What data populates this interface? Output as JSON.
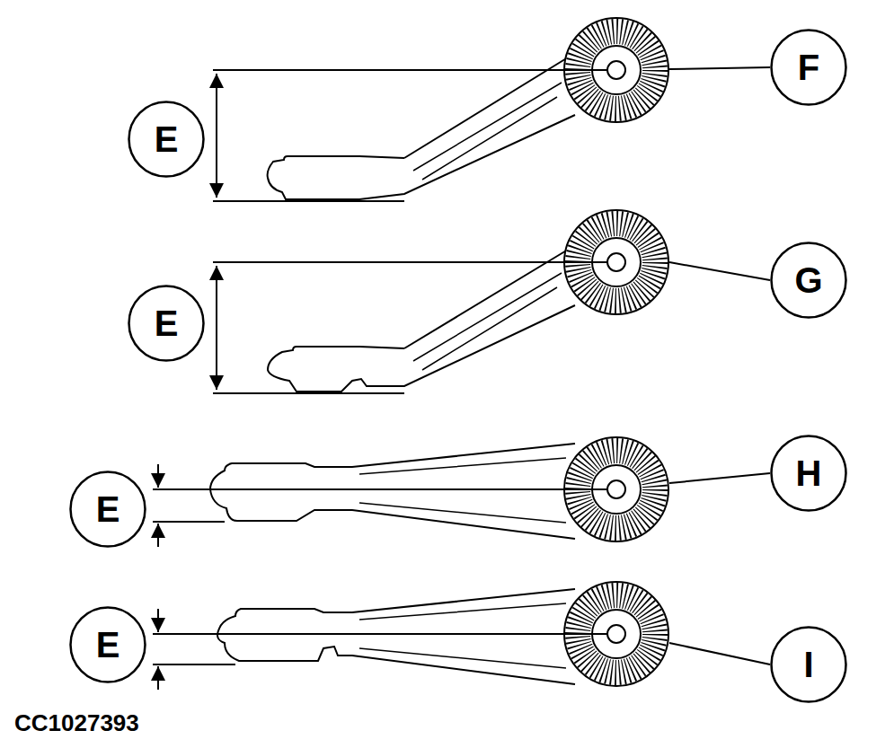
{
  "diagram": {
    "nodes": [
      {
        "text": [
          "F"
        ]
      },
      {
        "text": [
          "E"
        ]
      },
      {
        "text": [
          "G"
        ]
      },
      {
        "text": [
          "E"
        ]
      },
      {
        "text": [
          "H"
        ]
      },
      {
        "text": [
          "E"
        ]
      },
      {
        "text": [
          "E"
        ]
      },
      {
        "text": [
          "I"
        ]
      }
    ],
    "labels": [
      "CC1027393"
    ]
  }
}
